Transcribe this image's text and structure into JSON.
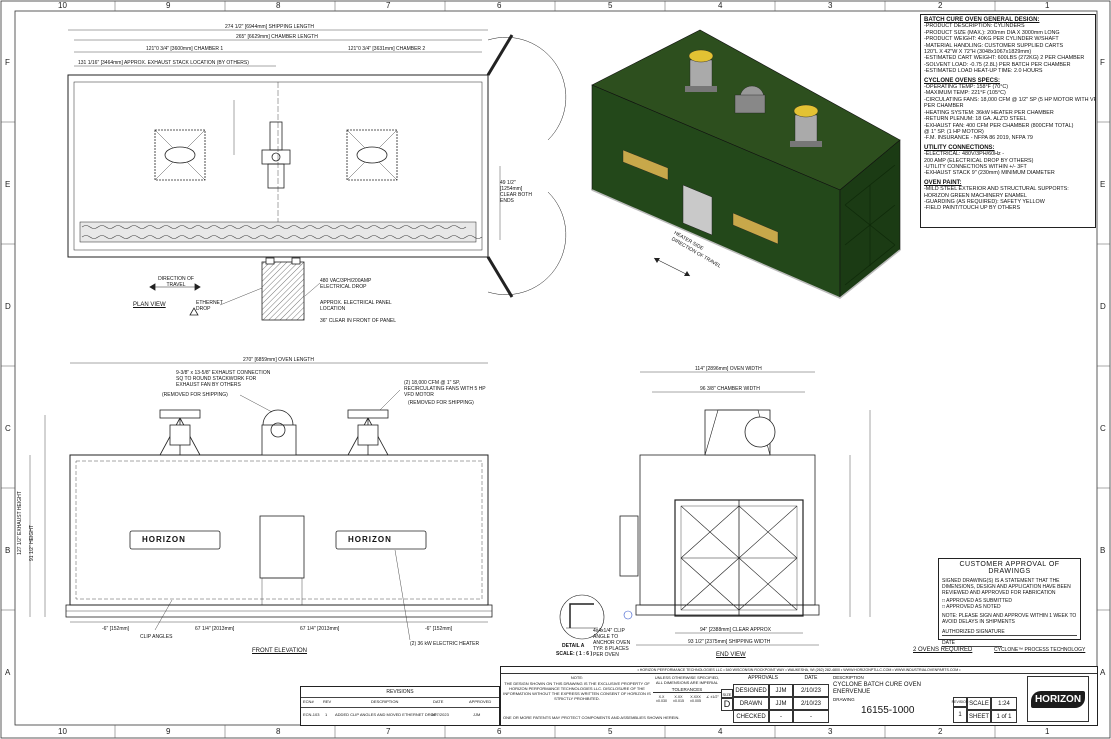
{
  "grid": {
    "top": [
      "10",
      "9",
      "8",
      "7",
      "6",
      "5",
      "4",
      "3",
      "2",
      "1"
    ],
    "side": [
      "F",
      "E",
      "D",
      "C",
      "B",
      "A"
    ]
  },
  "views": {
    "plan_title": "PLAN VIEW",
    "front_title": "FRONT ELEVATION",
    "end_title": "END VIEW",
    "detail_title": "DETAIL A",
    "detail_scale": "SCALE: ( 1 : 6 )"
  },
  "plan": {
    "dim_shipping": "274 1/2\" [6944mm] SHIPPING LENGTH",
    "dim_chamber_len": "265\" [6629mm] CHAMBER LENGTH",
    "dim_chamber1": "121\"0 3/4\" [3600mm] CHAMBER 1",
    "dim_chamber2": "121\"0 3/4\" [3631mm] CHAMBER 2",
    "dim_exhaust": "131 1/16\" [3464mm] APPROX. EXHAUST STACK LOCATION (BY OTHERS)",
    "dim_clear": "49 1/2\" [1254mm] CLEAR BOTH ENDS",
    "direction": "DIRECTION OF TRAVEL",
    "electrical": "480 VAC/3PH/200AMP ELECTRICAL DROP",
    "panel": "APPROX. ELECTRICAL PANEL LOCATION",
    "clear_panel": "36\" CLEAR IN FRONT OF PANEL",
    "ethernet": "ETHERNET DROP"
  },
  "front": {
    "dim_oven_len": "270\" [6859mm] OVEN LENGTH",
    "exhaust_note": "9-3/8\" x 13-5/8\" EXHAUST CONNECTION SQ TO ROUND STACKWORK FOR EXHAUST FAN BY OTHERS",
    "removed1": "(REMOVED FOR SHIPPING)",
    "fans_note": "(2) 18,000 CFM @ 1\" SP, RECIRCULATING FANS WITH 5 HP VFD MOTOR",
    "removed2": "(REMOVED FOR SHIPPING)",
    "clip_angles": "CLIP ANGLES",
    "heater": "(2) 36 kW ELECTRIC HEATER",
    "seg1": "-6\" [152mm]",
    "seg2": "67 1/4\" [2013mm]",
    "seg3": "67 1/4\" [2013mm]",
    "seg4": "-6\" [152mm]",
    "logo_text": "HORIZON",
    "height_left": "127 1/2\" EXHAUST HEIGHT",
    "height_left2": "91 1/2\" HEIGHT"
  },
  "end": {
    "dim_width": "114\" [2896mm] OVEN WIDTH",
    "dim_chamber": "96 3/8\" CHAMBER WIDTH",
    "clear_approx": "94\" [2388mm] CLEAR APPROX",
    "shipping_width": "93 1/2\" [2375mm] SHIPPING WIDTH"
  },
  "detail": {
    "clip_note": "4x4x1/4\" CLIP ANGLE TO ANCHOR OVEN TYP. 8 PLACES PER OVEN"
  },
  "iso": {
    "direction": "DIRECTION OF TRAVEL",
    "heater_side": "HEATER SIDE"
  },
  "notes": {
    "heading1": "BATCH CURE OVEN GENERAL DESIGN:",
    "design": [
      "-PRODUCT DESCRIPTION: CYLINDERS",
      "-PRODUCT SIZE (MAX.): 200mm DIA X 3000mm LONG",
      "-PRODUCT WEIGHT: 40KG PER CYLINDER W/SHAFT",
      "-MATERIAL HANDLING: CUSTOMER SUPPLIED CARTS",
      "    120\"L X 42\"W X 72\"H (3048x1067x1829mm)",
      "-ESTIMATED CART WEIGHT: 600LBS (272KG) 2 PER CHAMBER",
      "-SOLVENT LOAD: -0.75 (2.8L) PER BATCH PER CHAMBER",
      "-ESTIMATED LOAD HEAT-UP TIME: 2.0 HOURS"
    ],
    "heading2": "CYCLONE OVENS SPECS:",
    "specs": [
      "-OPERATING TEMP: 158°F (70°C)",
      "-MAXIMUM TEMP: 221°F (105°C)",
      "-CIRCULATING FANS: 18,000 CFM @ 1/2\" SP (5 HP MOTOR WITH VFD)",
      "    PER CHAMBER",
      "-HEATING SYSTEM: 36kW HEATER PER CHAMBER",
      "-RETURN PLENUM: 18 GA. ALZ'D STEEL",
      "-EXHAUST FAN: 400 CFM PER CHAMBER (800CFM TOTAL)",
      "    @ 1\" SP. (1 HP MOTOR)",
      "-F.M. INSURANCE - NFPA 86 2019, NFPA 79"
    ],
    "heading3": "UTILITY CONNECTIONS:",
    "utility": [
      "-ELECTRICAL: 480V/3PH/60Hz -",
      "    200 AMP (ELECTRICAL DROP BY OTHERS)",
      "-UTILITY CONNECTIONS WITHIN +/- 3FT",
      "-EXHAUST STACK 9\" (230mm) MINIMUM DIAMETER"
    ],
    "heading4": "OVEN PAINT:",
    "paint": [
      "-MILD STEEL EXTERIOR AND STRUCTURAL SUPPORTS:",
      "    HORIZON GREEN MACHINERY ENAMEL",
      "-GUARDING (AS REQUIRED): SAFETY YELLOW",
      "-FIELD PAINT/TOUCH UP BY OTHERS"
    ]
  },
  "approval": {
    "title": "CUSTOMER APPROVAL OF DRAWINGS",
    "body": "SIGNED DRAWING(S) IS A STATEMENT THAT THE DIMENSIONS, DESIGN AND APPLICATION HAVE BEEN REVIEWED AND APPROVED FOR FABRICATION",
    "opt1": "APPROVED AS SUBMITTED",
    "opt2": "APPROVED AS NOTED",
    "note": "NOTE: PLEASE SIGN AND APPROVE WITHIN 1 WEEK TO AVOID DELAYS IN SHIPMENTS",
    "signature": "AUTHORIZED SIGNATURE",
    "date": "DATE"
  },
  "footer": {
    "ovens_required": "2 OVENS REQUIRED",
    "process": "CYCLONE™ PROCESS TECHNOLOGY"
  },
  "title_block": {
    "company_line": "• HORIZON PERFORMANCE TECHNOLOGIES LLC • 540 WISCONSIN ROCKPOINT WAY • WAUKESHA, WI (262) 282-4800 • WWW.HORIZONPTLLC.COM • WWW.INDUSTRIALOVENPARTS.COM •",
    "notice_head": "NOTE:",
    "notice": "THE DESIGN SHOWN ON THIS DRAWING IS THE EXCLUSIVE PROPERTY OF HORIZON PERFORMANCE TECHNOLOGIES LLC. DISCLOSURE OF THE INFORMATION WITHOUT THE EXPRESS WRITTEN CONSENT OF HORIZON IS STRICTLY PROHIBITED.",
    "patents": "ONE OR MORE PATENTS MAY PROTECT COMPONENTS AND ASSEMBLIES SHOWN HEREIN.",
    "units": "UNLESS OTHERWISE SPECIFIED, ALL DIMENSIONS ARE IMPERIAL",
    "tolerances": "TOLERANCES",
    "tol1": "X.X ±0.030",
    "tol2": "X.XX ±0.015",
    "tol3": "X.XXX ±0.005",
    "tol4": "∠ ±1/2°",
    "size_label": "SIZE",
    "size": "D",
    "approvals": "APPROVALS",
    "date_head": "DATE",
    "designed": "DESIGNED",
    "designed_by": "JJM",
    "designed_date": "2/10/23",
    "drawn": "DRAWN",
    "drawn_by": "JJM",
    "drawn_date": "2/10/23",
    "checked": "CHECKED",
    "checked_by": "-",
    "checked_date": "-",
    "description_head": "DESCRIPTION",
    "description1": "CYCLONE BATCH CURE OVEN",
    "description2": "ENERVENUE",
    "drawing_head": "DRAWING",
    "drawing_no": "16155-1000",
    "revision_head": "REVISION",
    "revision": "1",
    "scale_label": "SCALE",
    "scale": "1:24",
    "sheet_label": "SHEET",
    "sheet": "1 of 1",
    "logo": "HORIZON"
  },
  "revisions": {
    "title": "REVISIONS",
    "cols": [
      "ECN#",
      "REV",
      "DESCRIPTION",
      "DATE",
      "APPROVED"
    ],
    "row": [
      "ECN-103",
      "1",
      "ADDED CLIP ANGLES AND MOVED ETHERNET DROP",
      "3/27/2023",
      "JJM"
    ]
  }
}
